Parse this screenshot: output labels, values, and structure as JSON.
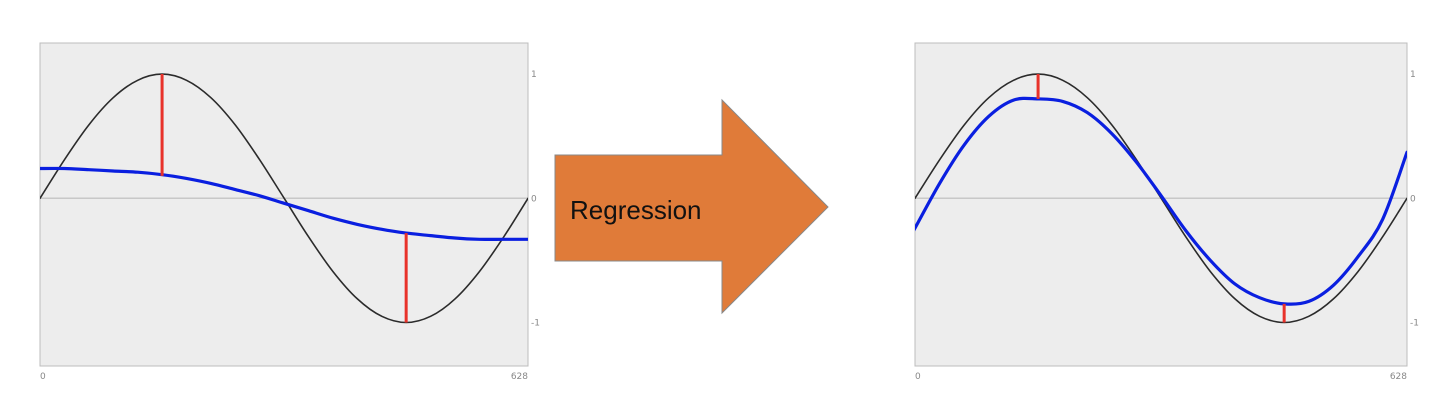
{
  "arrow": {
    "label": "Regression",
    "fill": "#E07B39",
    "stroke": "#888888"
  },
  "colors": {
    "panel_bg": "#EDEDED",
    "target": "#2B2B2B",
    "fit": "#0A1FE0",
    "residual": "#E8322A",
    "zero_line": "#C8C8C8"
  },
  "chart_data": [
    {
      "type": "line",
      "x_tick_labels": [
        "0",
        "628"
      ],
      "y_tick_labels": [
        "1",
        "0",
        "-1"
      ],
      "xlim": [
        0,
        628
      ],
      "ylim": [
        -1.35,
        1.25
      ],
      "series": [
        {
          "role": "target",
          "x": [
            0,
            31.4,
            62.8,
            94.2,
            125.7,
            157.1,
            188.5,
            219.9,
            251.3,
            282.7,
            314.2,
            345.6,
            377,
            408.4,
            439.8,
            471.2,
            502.7,
            534.1,
            565.5,
            596.9,
            628
          ],
          "y": [
            0,
            0.31,
            0.59,
            0.81,
            0.95,
            1,
            0.95,
            0.81,
            0.59,
            0.31,
            0,
            -0.31,
            -0.59,
            -0.81,
            -0.95,
            -1,
            -0.95,
            -0.81,
            -0.59,
            -0.31,
            0
          ]
        },
        {
          "role": "fit",
          "x": [
            0,
            31.4,
            62.8,
            94.2,
            125.7,
            157.1,
            188.5,
            219.9,
            251.3,
            282.7,
            314.2,
            345.6,
            377,
            408.4,
            439.8,
            471.2,
            502.7,
            534.1,
            565.5,
            596.9,
            628
          ],
          "y": [
            0.24,
            0.24,
            0.23,
            0.22,
            0.21,
            0.19,
            0.16,
            0.12,
            0.07,
            0.02,
            -0.04,
            -0.1,
            -0.16,
            -0.21,
            -0.25,
            -0.28,
            -0.3,
            -0.32,
            -0.33,
            -0.33,
            -0.33
          ]
        }
      ],
      "residuals": [
        {
          "x": 157.1,
          "y_target": 1,
          "y_fit": 0.18
        },
        {
          "x": 471.2,
          "y_target": -1,
          "y_fit": -0.28
        }
      ]
    },
    {
      "type": "line",
      "x_tick_labels": [
        "0",
        "628"
      ],
      "y_tick_labels": [
        "1",
        "0",
        "-1"
      ],
      "xlim": [
        0,
        628
      ],
      "ylim": [
        -1.35,
        1.25
      ],
      "series": [
        {
          "role": "target",
          "x": [
            0,
            31.4,
            62.8,
            94.2,
            125.7,
            157.1,
            188.5,
            219.9,
            251.3,
            282.7,
            314.2,
            345.6,
            377,
            408.4,
            439.8,
            471.2,
            502.7,
            534.1,
            565.5,
            596.9,
            628
          ],
          "y": [
            0,
            0.31,
            0.59,
            0.81,
            0.95,
            1,
            0.95,
            0.81,
            0.59,
            0.31,
            0,
            -0.31,
            -0.59,
            -0.81,
            -0.95,
            -1,
            -0.95,
            -0.81,
            -0.59,
            -0.31,
            0
          ]
        },
        {
          "role": "fit",
          "x": [
            -5,
            0,
            31.4,
            62.8,
            94.2,
            125.7,
            157.1,
            188.5,
            219.9,
            251.3,
            282.7,
            314.2,
            345.6,
            377,
            408.4,
            439.8,
            471.2,
            502.7,
            534.1,
            565.5,
            596.9,
            628
          ],
          "y": [
            -0.3,
            -0.24,
            0.12,
            0.43,
            0.66,
            0.79,
            0.8,
            0.78,
            0.69,
            0.52,
            0.29,
            0.02,
            -0.26,
            -0.5,
            -0.69,
            -0.8,
            -0.85,
            -0.83,
            -0.7,
            -0.47,
            -0.17,
            0.37
          ]
        }
      ],
      "residuals": [
        {
          "x": 157.1,
          "y_target": 1,
          "y_fit": 0.8
        },
        {
          "x": 471.2,
          "y_target": -1,
          "y_fit": -0.85
        }
      ]
    }
  ]
}
